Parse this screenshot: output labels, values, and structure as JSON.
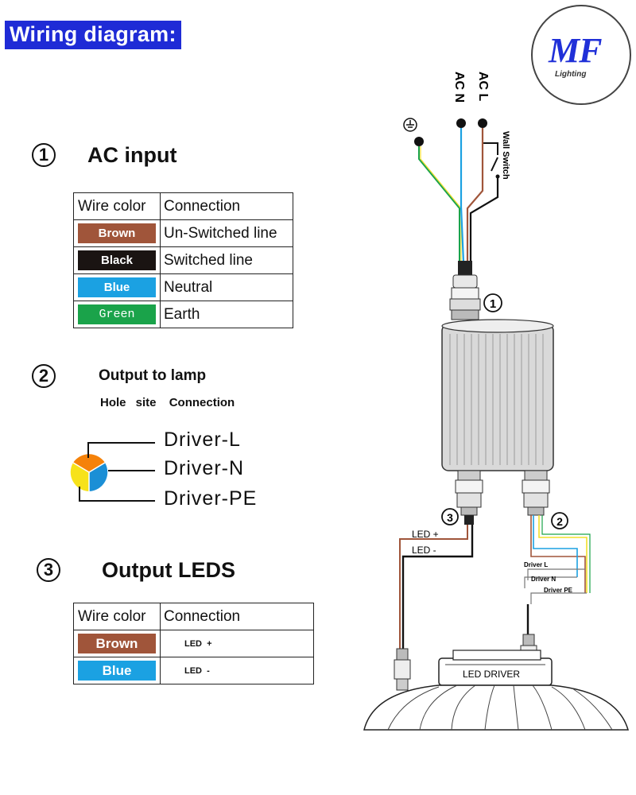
{
  "header": {
    "title": "Wiring diagram:"
  },
  "logo": {
    "mark": "MF",
    "subtitle": "Lighting"
  },
  "sections": {
    "ac_input": {
      "number": "1",
      "title": "AC input",
      "table": {
        "headers": [
          "Wire color",
          "Connection"
        ],
        "rows": [
          {
            "color_label": "Brown",
            "color": "#a0553a",
            "connection": "Un-Switched line"
          },
          {
            "color_label": "Black",
            "color": "#1a1412",
            "connection": "Switched line"
          },
          {
            "color_label": "Blue",
            "color": "#1ba1e2",
            "connection": "Neutral"
          },
          {
            "color_label": "Green",
            "color": "#1aa34a",
            "connection": "Earth"
          }
        ]
      }
    },
    "output_lamp": {
      "number": "2",
      "title": "Output to lamp",
      "headers": [
        "Hole site",
        "Connection"
      ],
      "labels": [
        "Driver-L",
        "Driver-N",
        "Driver-PE"
      ],
      "pie_colors": {
        "orange": "#f5820a",
        "blue": "#1b8fd6",
        "yellow": "#f7e21a"
      }
    },
    "output_leds": {
      "number": "3",
      "title": "Output LEDS",
      "table": {
        "headers": [
          "Wire color",
          "Connection"
        ],
        "rows": [
          {
            "color_label": "Brown",
            "color": "#a0553a",
            "connection": "LED  +"
          },
          {
            "color_label": "Blue",
            "color": "#1ba1e2",
            "connection": "LED  -"
          }
        ]
      }
    }
  },
  "diagram": {
    "ac_l": "AC L",
    "ac_n": "AC N",
    "wall_switch": "Wall Switch",
    "marker_1": "1",
    "marker_2": "2",
    "marker_3": "3",
    "led_plus": "LED +",
    "led_minus": "LED -",
    "driver_l": "Driver L",
    "driver_n": "Driver N",
    "driver_pe": "Driver PE",
    "led_driver": "LED DRIVER"
  }
}
